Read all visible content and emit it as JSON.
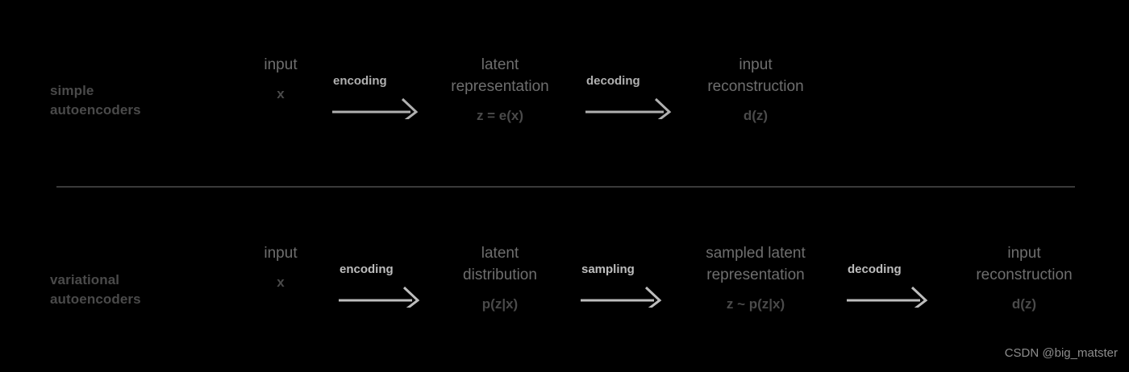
{
  "figure": {
    "background_color": "#000000",
    "divider_color": "#3a3a3a",
    "label_color": "#4a4a4a",
    "stage_name_color": "#6e6e6e",
    "arrow_color_top": "#b0b0b0",
    "arrow_color_bottom": "#bdbdbd"
  },
  "rows": [
    {
      "label_line1": "simple",
      "label_line2": "autoencoders",
      "stages": [
        {
          "name_line1": "",
          "name_line2": "input",
          "formula": "x"
        },
        {
          "name_line1": "latent",
          "name_line2": "representation",
          "formula": "z = e(x)"
        },
        {
          "name_line1": "input",
          "name_line2": "reconstruction",
          "formula": "d(z)"
        }
      ],
      "arrows": [
        {
          "label": "encoding"
        },
        {
          "label": "decoding"
        }
      ]
    },
    {
      "label_line1": "variational",
      "label_line2": "autoencoders",
      "stages": [
        {
          "name_line1": "",
          "name_line2": "input",
          "formula": "x"
        },
        {
          "name_line1": "latent",
          "name_line2": "distribution",
          "formula": "p(z|x)"
        },
        {
          "name_line1": "sampled latent",
          "name_line2": "representation",
          "formula": "z ~ p(z|x)"
        },
        {
          "name_line1": "input",
          "name_line2": "reconstruction",
          "formula": "d(z)"
        }
      ],
      "arrows": [
        {
          "label": "encoding"
        },
        {
          "label": "sampling"
        },
        {
          "label": "decoding"
        }
      ]
    }
  ],
  "watermark": "CSDN @big_matster"
}
